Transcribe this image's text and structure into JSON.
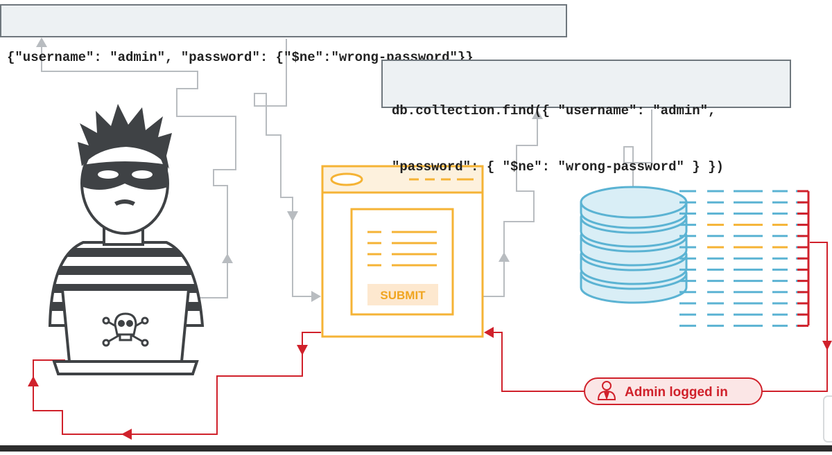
{
  "payload": {
    "text": "{\"username\": \"admin\", \"password\": {\"$ne\":\"wrong-password\"}}"
  },
  "query": {
    "line1": "db.collection.find({ \"username\": \"admin\",",
    "line2": "\"password\": { \"$ne\": \"wrong-password\" } })"
  },
  "form": {
    "submit_label": "SUBMIT"
  },
  "result": {
    "badge_label": "Admin logged in"
  },
  "colors": {
    "grey_flow": "#b3b8bc",
    "red_flow": "#d0212b",
    "form_orange": "#f5b335",
    "db_blue": "#5bb3d3",
    "attacker_dark": "#3f4245"
  },
  "icons": [
    "skull-icon",
    "user-icon",
    "database-icon",
    "attacker-figure",
    "laptop"
  ]
}
